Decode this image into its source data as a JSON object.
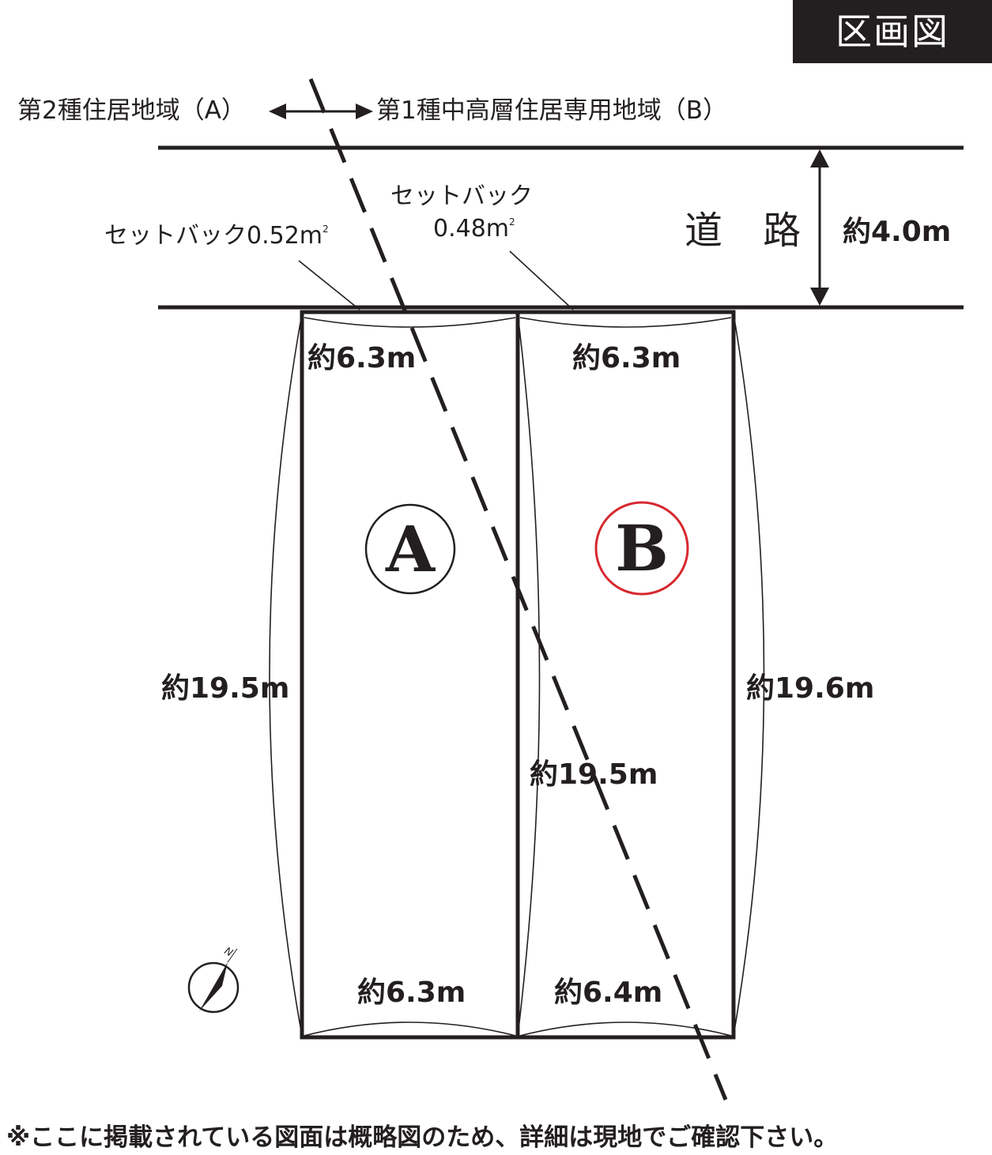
{
  "header": {
    "badge": "区画図"
  },
  "zoning": {
    "left": "第2種住居地域（A）",
    "right": "第1種中高層住居専用地域（B）"
  },
  "road": {
    "label": "道 路",
    "width": "約4.0m"
  },
  "setbacks": {
    "left": {
      "label": "セットバック0.52m",
      "sup": "2"
    },
    "right_label": "セットバック",
    "right_value": {
      "text": "0.48m",
      "sup": "2"
    }
  },
  "lots": {
    "a": {
      "name": "A",
      "top": "約6.3m",
      "bottom": "約6.3m",
      "left_side": "約19.5m"
    },
    "b": {
      "name": "B",
      "top": "約6.3m",
      "bottom": "約6.4m",
      "middle_side": "約19.5m",
      "right_side": "約19.6m",
      "circle_color": "#d7282f"
    }
  },
  "compass": {
    "label": "N"
  },
  "footer": {
    "note": "※ここに掲載されている図面は概略図のため、詳細は現地でご確認下さい。"
  }
}
